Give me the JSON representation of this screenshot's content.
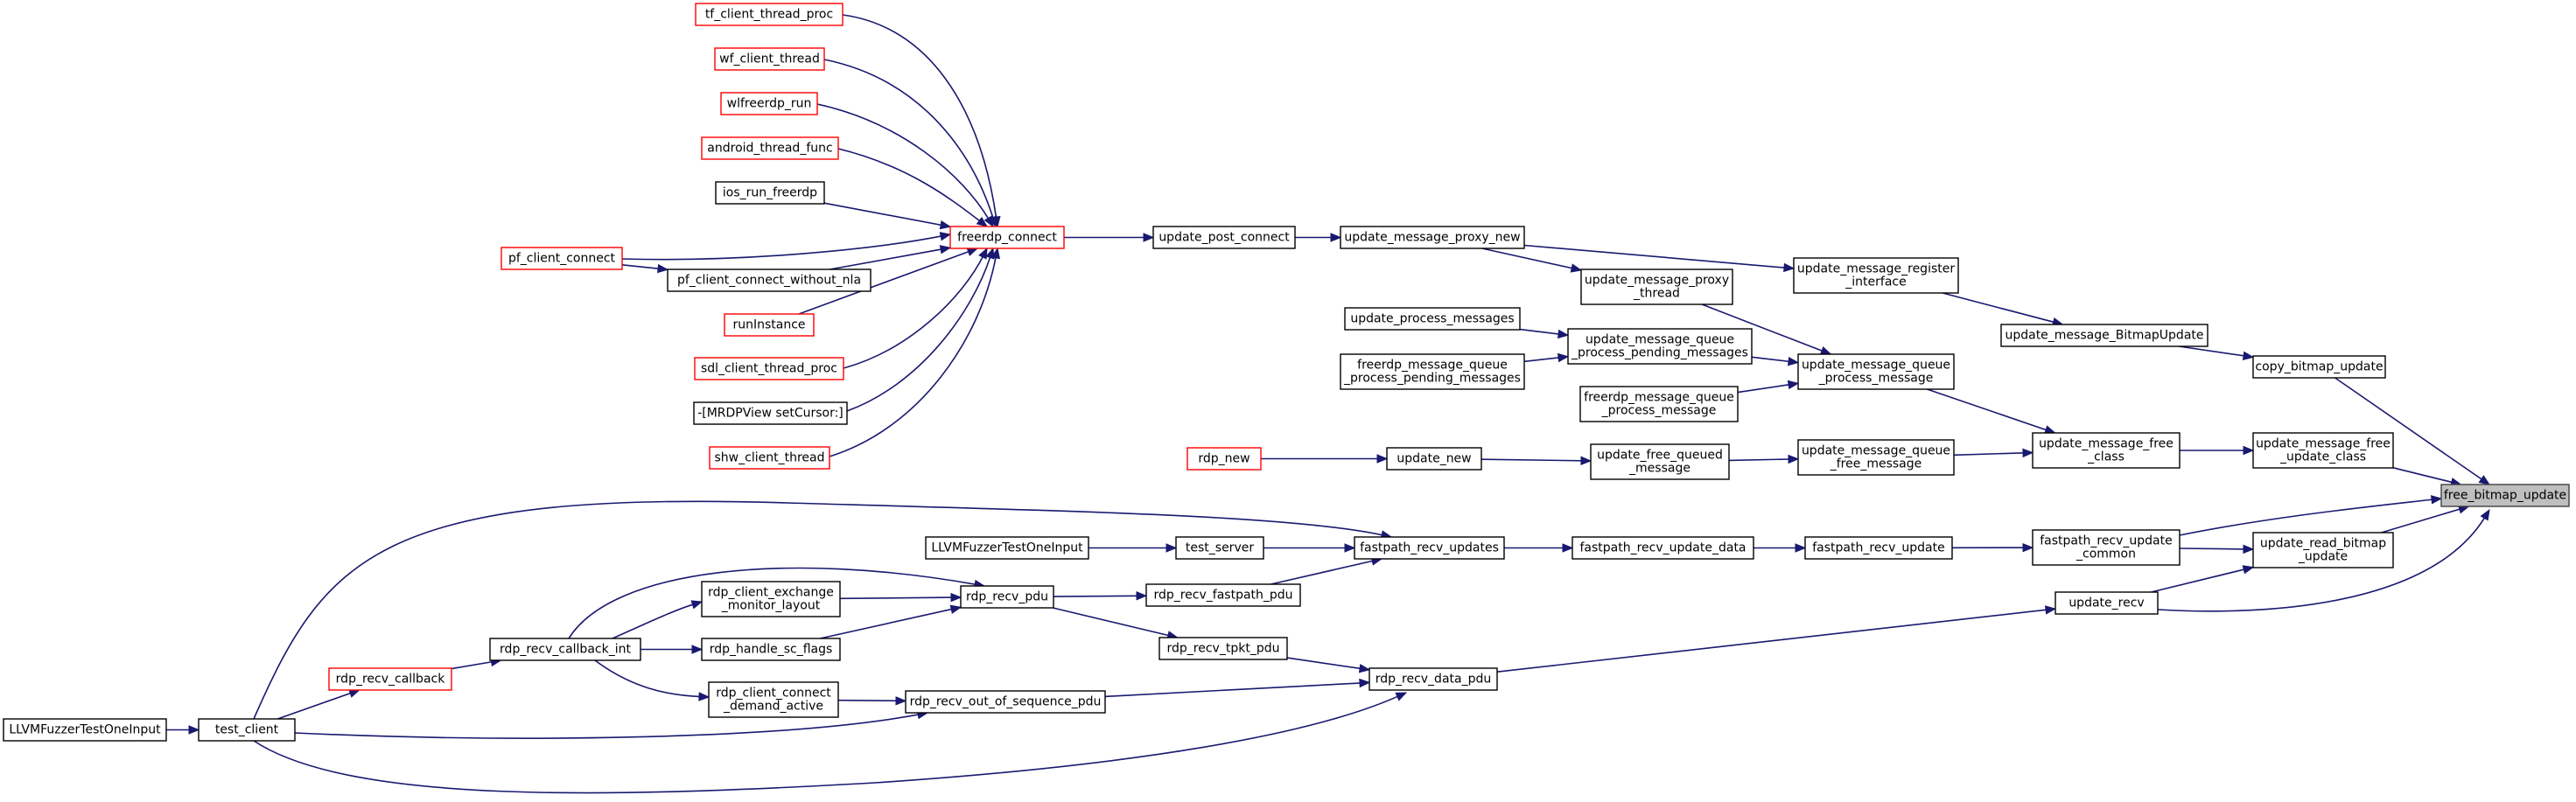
{
  "nodes": [
    {
      "id": "free_bitmap_update",
      "lines": [
        "free_bitmap_update"
      ],
      "style": "root"
    },
    {
      "id": "copy_bitmap_update",
      "lines": [
        "copy_bitmap_update"
      ],
      "style": "black"
    },
    {
      "id": "update_message_free_update_class",
      "lines": [
        "update_message_free",
        "_update_class"
      ],
      "style": "black"
    },
    {
      "id": "update_read_bitmap_update",
      "lines": [
        "update_read_bitmap",
        "_update"
      ],
      "style": "black"
    },
    {
      "id": "fastpath_recv_update_common",
      "lines": [
        "fastpath_recv_update",
        "_common"
      ],
      "style": "black"
    },
    {
      "id": "update_recv",
      "lines": [
        "update_recv"
      ],
      "style": "black"
    },
    {
      "id": "update_message_BitmapUpdate",
      "lines": [
        "update_message_BitmapUpdate"
      ],
      "style": "black"
    },
    {
      "id": "update_message_free_class",
      "lines": [
        "update_message_free",
        "_class"
      ],
      "style": "black"
    },
    {
      "id": "fastpath_recv_update",
      "lines": [
        "fastpath_recv_update"
      ],
      "style": "black"
    },
    {
      "id": "update_message_register_interface",
      "lines": [
        "update_message_register",
        "_interface"
      ],
      "style": "black"
    },
    {
      "id": "update_message_queue_process_message",
      "lines": [
        "update_message_queue",
        "_process_message"
      ],
      "style": "black"
    },
    {
      "id": "update_message_queue_free_message",
      "lines": [
        "update_message_queue",
        "_free_message"
      ],
      "style": "black"
    },
    {
      "id": "fastpath_recv_update_data",
      "lines": [
        "fastpath_recv_update_data"
      ],
      "style": "black"
    },
    {
      "id": "update_message_proxy_thread",
      "lines": [
        "update_message_proxy",
        "_thread"
      ],
      "style": "black"
    },
    {
      "id": "update_message_queue_process_pending_messages",
      "lines": [
        "update_message_queue",
        "_process_pending_messages"
      ],
      "style": "black"
    },
    {
      "id": "freerdp_message_queue_process_message",
      "lines": [
        "freerdp_message_queue",
        "_process_message"
      ],
      "style": "black"
    },
    {
      "id": "update_free_queued_message",
      "lines": [
        "update_free_queued",
        "_message"
      ],
      "style": "black"
    },
    {
      "id": "fastpath_recv_updates",
      "lines": [
        "fastpath_recv_updates"
      ],
      "style": "black"
    },
    {
      "id": "rdp_recv_data_pdu",
      "lines": [
        "rdp_recv_data_pdu"
      ],
      "style": "black"
    },
    {
      "id": "update_message_proxy_new",
      "lines": [
        "update_message_proxy_new"
      ],
      "style": "black"
    },
    {
      "id": "update_process_messages",
      "lines": [
        "update_process_messages"
      ],
      "style": "black"
    },
    {
      "id": "freerdp_message_queue_process_pending_messages",
      "lines": [
        "freerdp_message_queue",
        "_process_pending_messages"
      ],
      "style": "black"
    },
    {
      "id": "update_new",
      "lines": [
        "update_new"
      ],
      "style": "black"
    },
    {
      "id": "test_server",
      "lines": [
        "test_server"
      ],
      "style": "black"
    },
    {
      "id": "rdp_recv_fastpath_pdu",
      "lines": [
        "rdp_recv_fastpath_pdu"
      ],
      "style": "black"
    },
    {
      "id": "rdp_recv_tpkt_pdu",
      "lines": [
        "rdp_recv_tpkt_pdu"
      ],
      "style": "black"
    },
    {
      "id": "rdp_recv_out_of_sequence_pdu",
      "lines": [
        "rdp_recv_out_of_sequence_pdu"
      ],
      "style": "black"
    },
    {
      "id": "update_post_connect",
      "lines": [
        "update_post_connect"
      ],
      "style": "black"
    },
    {
      "id": "rdp_new",
      "lines": [
        "rdp_new"
      ],
      "style": "red"
    },
    {
      "id": "LLVMFuzzerTestOneInput_server",
      "lines": [
        "LLVMFuzzerTestOneInput"
      ],
      "style": "black"
    },
    {
      "id": "rdp_recv_pdu",
      "lines": [
        "rdp_recv_pdu"
      ],
      "style": "black"
    },
    {
      "id": "rdp_client_connect_demand_active",
      "lines": [
        "rdp_client_connect",
        "_demand_active"
      ],
      "style": "black"
    },
    {
      "id": "freerdp_connect",
      "lines": [
        "freerdp_connect"
      ],
      "style": "red"
    },
    {
      "id": "rdp_client_exchange_monitor_layout",
      "lines": [
        "rdp_client_exchange",
        "_monitor_layout"
      ],
      "style": "black"
    },
    {
      "id": "rdp_handle_sc_flags",
      "lines": [
        "rdp_handle_sc_flags"
      ],
      "style": "black"
    },
    {
      "id": "tf_client_thread_proc",
      "lines": [
        "tf_client_thread_proc"
      ],
      "style": "red"
    },
    {
      "id": "wf_client_thread",
      "lines": [
        "wf_client_thread"
      ],
      "style": "red"
    },
    {
      "id": "wlfreerdp_run",
      "lines": [
        "wlfreerdp_run"
      ],
      "style": "red"
    },
    {
      "id": "android_thread_func",
      "lines": [
        "android_thread_func"
      ],
      "style": "red"
    },
    {
      "id": "ios_run_freerdp",
      "lines": [
        "ios_run_freerdp"
      ],
      "style": "black"
    },
    {
      "id": "pf_client_connect_without_nla",
      "lines": [
        "pf_client_connect_without_nla"
      ],
      "style": "black"
    },
    {
      "id": "runInstance",
      "lines": [
        "runInstance"
      ],
      "style": "red"
    },
    {
      "id": "sdl_client_thread_proc",
      "lines": [
        "sdl_client_thread_proc"
      ],
      "style": "red"
    },
    {
      "id": "MRDPView_setCursor",
      "lines": [
        "-[MRDPView setCursor:]"
      ],
      "style": "black"
    },
    {
      "id": "shw_client_thread",
      "lines": [
        "shw_client_thread"
      ],
      "style": "red"
    },
    {
      "id": "rdp_recv_callback_int",
      "lines": [
        "rdp_recv_callback_int"
      ],
      "style": "black"
    },
    {
      "id": "pf_client_connect",
      "lines": [
        "pf_client_connect"
      ],
      "style": "red"
    },
    {
      "id": "rdp_recv_callback",
      "lines": [
        "rdp_recv_callback"
      ],
      "style": "red"
    },
    {
      "id": "test_client",
      "lines": [
        "test_client"
      ],
      "style": "black"
    },
    {
      "id": "LLVMFuzzerTestOneInput_client",
      "lines": [
        "LLVMFuzzerTestOneInput"
      ],
      "style": "black"
    }
  ],
  "edges": [
    [
      "copy_bitmap_update",
      "free_bitmap_update"
    ],
    [
      "update_message_free_update_class",
      "free_bitmap_update"
    ],
    [
      "update_read_bitmap_update",
      "free_bitmap_update"
    ],
    [
      "fastpath_recv_update_common",
      "free_bitmap_update"
    ],
    [
      "update_recv",
      "free_bitmap_update"
    ],
    [
      "update_message_BitmapUpdate",
      "copy_bitmap_update"
    ],
    [
      "update_message_free_class",
      "update_message_free_update_class"
    ],
    [
      "fastpath_recv_update_common",
      "update_read_bitmap_update"
    ],
    [
      "update_recv",
      "update_read_bitmap_update"
    ],
    [
      "fastpath_recv_update",
      "fastpath_recv_update_common"
    ],
    [
      "rdp_recv_data_pdu",
      "update_recv"
    ],
    [
      "update_message_register_interface",
      "update_message_BitmapUpdate"
    ],
    [
      "update_message_queue_process_message",
      "update_message_free_class"
    ],
    [
      "update_message_queue_free_message",
      "update_message_free_class"
    ],
    [
      "fastpath_recv_update_data",
      "fastpath_recv_update"
    ],
    [
      "update_message_proxy_new",
      "update_message_register_interface"
    ],
    [
      "update_message_proxy_thread",
      "update_message_queue_process_message"
    ],
    [
      "update_message_queue_process_pending_messages",
      "update_message_queue_process_message"
    ],
    [
      "freerdp_message_queue_process_message",
      "update_message_queue_process_message"
    ],
    [
      "update_free_queued_message",
      "update_message_queue_free_message"
    ],
    [
      "fastpath_recv_updates",
      "fastpath_recv_update_data"
    ],
    [
      "update_message_proxy_new",
      "update_message_proxy_thread"
    ],
    [
      "update_process_messages",
      "update_message_queue_process_pending_messages"
    ],
    [
      "freerdp_message_queue_process_pending_messages",
      "update_message_queue_process_pending_messages"
    ],
    [
      "update_new",
      "update_free_queued_message"
    ],
    [
      "test_server",
      "fastpath_recv_updates"
    ],
    [
      "rdp_recv_fastpath_pdu",
      "fastpath_recv_updates"
    ],
    [
      "test_client",
      "fastpath_recv_updates"
    ],
    [
      "rdp_recv_tpkt_pdu",
      "rdp_recv_data_pdu"
    ],
    [
      "rdp_recv_out_of_sequence_pdu",
      "rdp_recv_data_pdu"
    ],
    [
      "test_client",
      "rdp_recv_data_pdu"
    ],
    [
      "update_post_connect",
      "update_message_proxy_new"
    ],
    [
      "rdp_new",
      "update_new"
    ],
    [
      "LLVMFuzzerTestOneInput_server",
      "test_server"
    ],
    [
      "rdp_recv_pdu",
      "rdp_recv_fastpath_pdu"
    ],
    [
      "rdp_recv_pdu",
      "rdp_recv_tpkt_pdu"
    ],
    [
      "rdp_client_connect_demand_active",
      "rdp_recv_out_of_sequence_pdu"
    ],
    [
      "test_client",
      "rdp_recv_out_of_sequence_pdu"
    ],
    [
      "freerdp_connect",
      "update_post_connect"
    ],
    [
      "rdp_client_exchange_monitor_layout",
      "rdp_recv_pdu"
    ],
    [
      "rdp_handle_sc_flags",
      "rdp_recv_pdu"
    ],
    [
      "rdp_recv_callback_int",
      "rdp_recv_pdu"
    ],
    [
      "rdp_recv_callback_int",
      "rdp_client_connect_demand_active"
    ],
    [
      "tf_client_thread_proc",
      "freerdp_connect"
    ],
    [
      "wf_client_thread",
      "freerdp_connect"
    ],
    [
      "wlfreerdp_run",
      "freerdp_connect"
    ],
    [
      "android_thread_func",
      "freerdp_connect"
    ],
    [
      "ios_run_freerdp",
      "freerdp_connect"
    ],
    [
      "pf_client_connect",
      "freerdp_connect"
    ],
    [
      "pf_client_connect_without_nla",
      "freerdp_connect"
    ],
    [
      "runInstance",
      "freerdp_connect"
    ],
    [
      "sdl_client_thread_proc",
      "freerdp_connect"
    ],
    [
      "MRDPView_setCursor",
      "freerdp_connect"
    ],
    [
      "shw_client_thread",
      "freerdp_connect"
    ],
    [
      "rdp_recv_callback_int",
      "rdp_client_exchange_monitor_layout"
    ],
    [
      "rdp_recv_callback_int",
      "rdp_handle_sc_flags"
    ],
    [
      "pf_client_connect",
      "pf_client_connect_without_nla"
    ],
    [
      "rdp_recv_callback",
      "rdp_recv_callback_int"
    ],
    [
      "test_client",
      "rdp_recv_callback"
    ],
    [
      "LLVMFuzzerTestOneInput_client",
      "test_client"
    ]
  ]
}
